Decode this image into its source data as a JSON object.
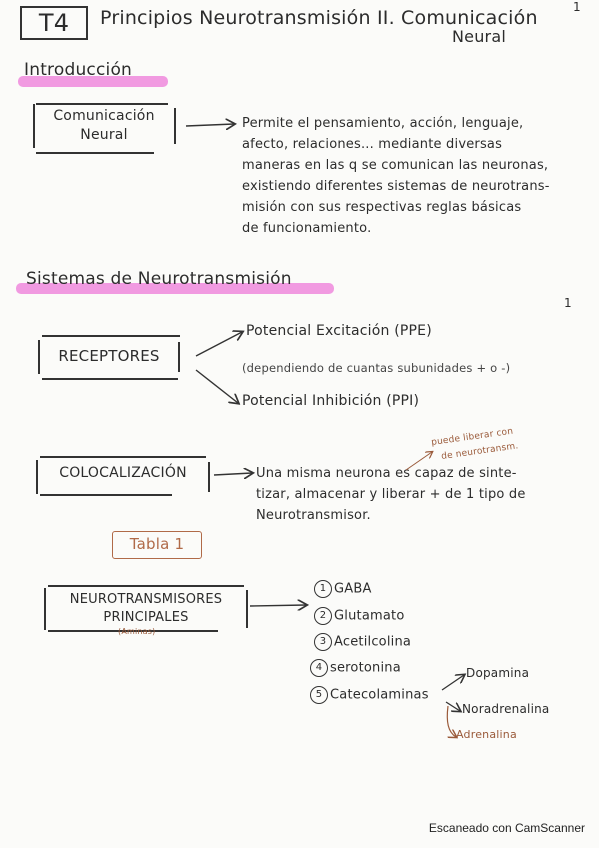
{
  "header": {
    "topic": "T4",
    "title_line1": "Principios Neurotransmisión II. Comunicación",
    "title_line2": "Neural",
    "corner_mark": "1"
  },
  "intro": {
    "heading": "Introducción",
    "label_line1": "Comunicación",
    "label_line2": "Neural",
    "text_lines": [
      "Permite el pensamiento, acción, lenguaje,",
      "afecto, relaciones... mediante diversas",
      "maneras en las q se comunican las neuronas,",
      "existiendo diferentes sistemas de neurotrans-",
      "misión con sus respectivas reglas básicas",
      "de funcionamiento."
    ]
  },
  "sistemas": {
    "heading": "Sistemas de Neurotransmisión",
    "side_mark": "1",
    "receptores": {
      "label": "RECEPTORES",
      "branch_top": "Potencial Excitación (PPE)",
      "branch_mid": "(dependiendo de cuantas subunidades + o -)",
      "branch_bottom": "Potencial Inhibición (PPI)"
    },
    "colocalizacion": {
      "label": "COLOCALIZACIÓN",
      "annotation_line1": "puede liberar con",
      "annotation_line2": "de neurotransm.",
      "text_lines": [
        "Una misma neurona es capaz de sinte-",
        "tizar, almacenar y liberar + de 1 tipo de",
        "Neurotransmisor."
      ]
    },
    "tabla": "Tabla 1",
    "neurotransmisores": {
      "label_line1": "NEUROTRANSMISORES",
      "label_line2": "PRINCIPALES",
      "sub_note": "(Aminas)",
      "items": [
        {
          "n": "1",
          "label": "GABA"
        },
        {
          "n": "2",
          "label": "Glutamato"
        },
        {
          "n": "3",
          "label": "Acetilcolina"
        },
        {
          "n": "4",
          "label": "serotonina"
        },
        {
          "n": "5",
          "label": "Catecolaminas"
        }
      ],
      "cat_sub": [
        "Dopamina",
        "Noradrenalina"
      ],
      "cat_brown": "Adrenalina"
    }
  },
  "footer": "Escaneado con CamScanner",
  "colors": {
    "highlight": "#ee88dd",
    "ink": "#2c2c2c",
    "brown": "#b06a48"
  }
}
